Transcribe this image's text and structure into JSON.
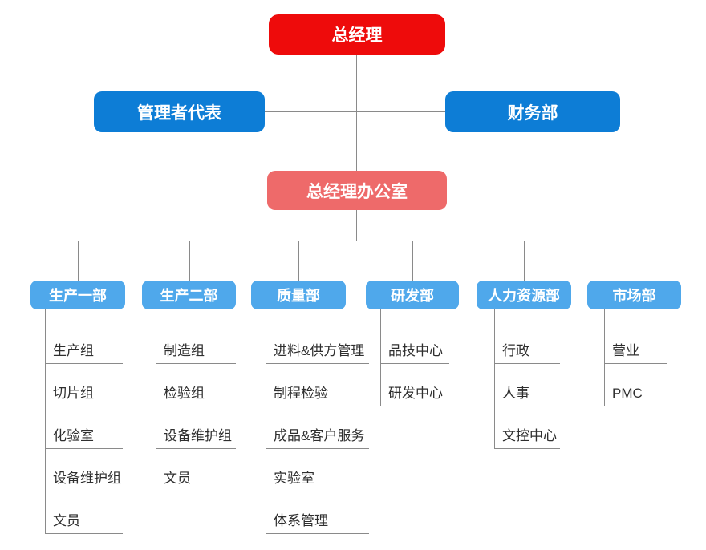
{
  "colors": {
    "red": "#ee0b0b",
    "blue": "#0d7dd6",
    "salmon": "#ee6a6a",
    "light-blue": "#4fa8eb",
    "line": "#8a8a8a",
    "box-text": "#ffffff",
    "item-text": "#2f2f2f",
    "bg": "#ffffff"
  },
  "nodes": {
    "general_manager": {
      "label": "总经理"
    },
    "management_rep": {
      "label": "管理者代表"
    },
    "finance": {
      "label": "财务部"
    },
    "gm_office": {
      "label": "总经理办公室"
    }
  },
  "departments": [
    {
      "label": "生产一部",
      "children": [
        "生产组",
        "切片组",
        "化验室",
        "设备维护组",
        "文员"
      ]
    },
    {
      "label": "生产二部",
      "children": [
        "制造组",
        "检验组",
        "设备维护组",
        "文员"
      ]
    },
    {
      "label": "质量部",
      "children": [
        "进料&供方管理",
        "制程检验",
        "成品&客户服务",
        "实验室",
        "体系管理"
      ]
    },
    {
      "label": "研发部",
      "children": [
        "品技中心",
        "研发中心"
      ]
    },
    {
      "label": "人力资源部",
      "children": [
        "行政",
        "人事",
        "文控中心"
      ]
    },
    {
      "label": "市场部",
      "children": [
        "营业",
        "PMC"
      ]
    }
  ]
}
